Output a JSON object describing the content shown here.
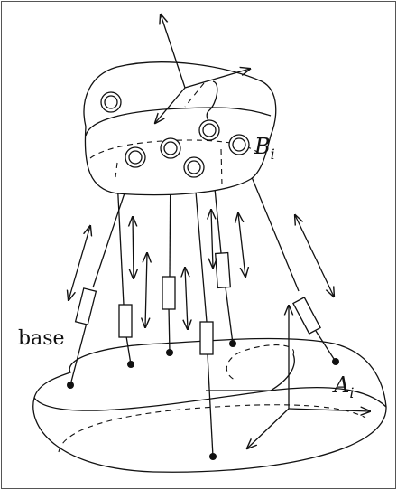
{
  "labels": {
    "base": "base",
    "b_main": "B",
    "b_sub": "i",
    "a_main": "A",
    "a_sub": "i"
  }
}
